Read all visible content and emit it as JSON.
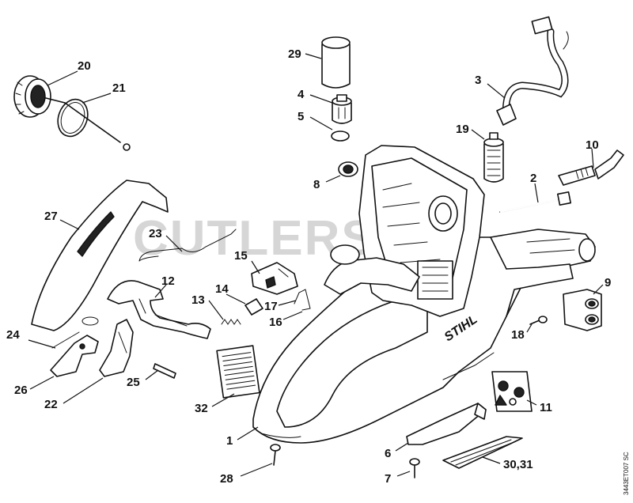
{
  "watermark": "CUTLERS",
  "brand_mark": "STIHL",
  "drawing_code": "3443ET007 SC",
  "callouts": {
    "c1": "1",
    "c3": "3",
    "c4": "4",
    "c5": "5",
    "c6": "6",
    "c7": "7",
    "c8": "8",
    "c9": "9",
    "c10": "10",
    "c11": "11",
    "c12": "12",
    "c13": "13",
    "c14": "14",
    "c15": "15",
    "c16": "16",
    "c17": "17",
    "c18": "18",
    "c19": "19",
    "c20": "20",
    "c21": "21",
    "c22": "22",
    "c23": "23",
    "c24": "24",
    "c25": "25",
    "c26": "26",
    "c27": "27",
    "c28": "28",
    "c29": "29",
    "c2": "2",
    "c30_31": "30,31",
    "c32": "32"
  }
}
